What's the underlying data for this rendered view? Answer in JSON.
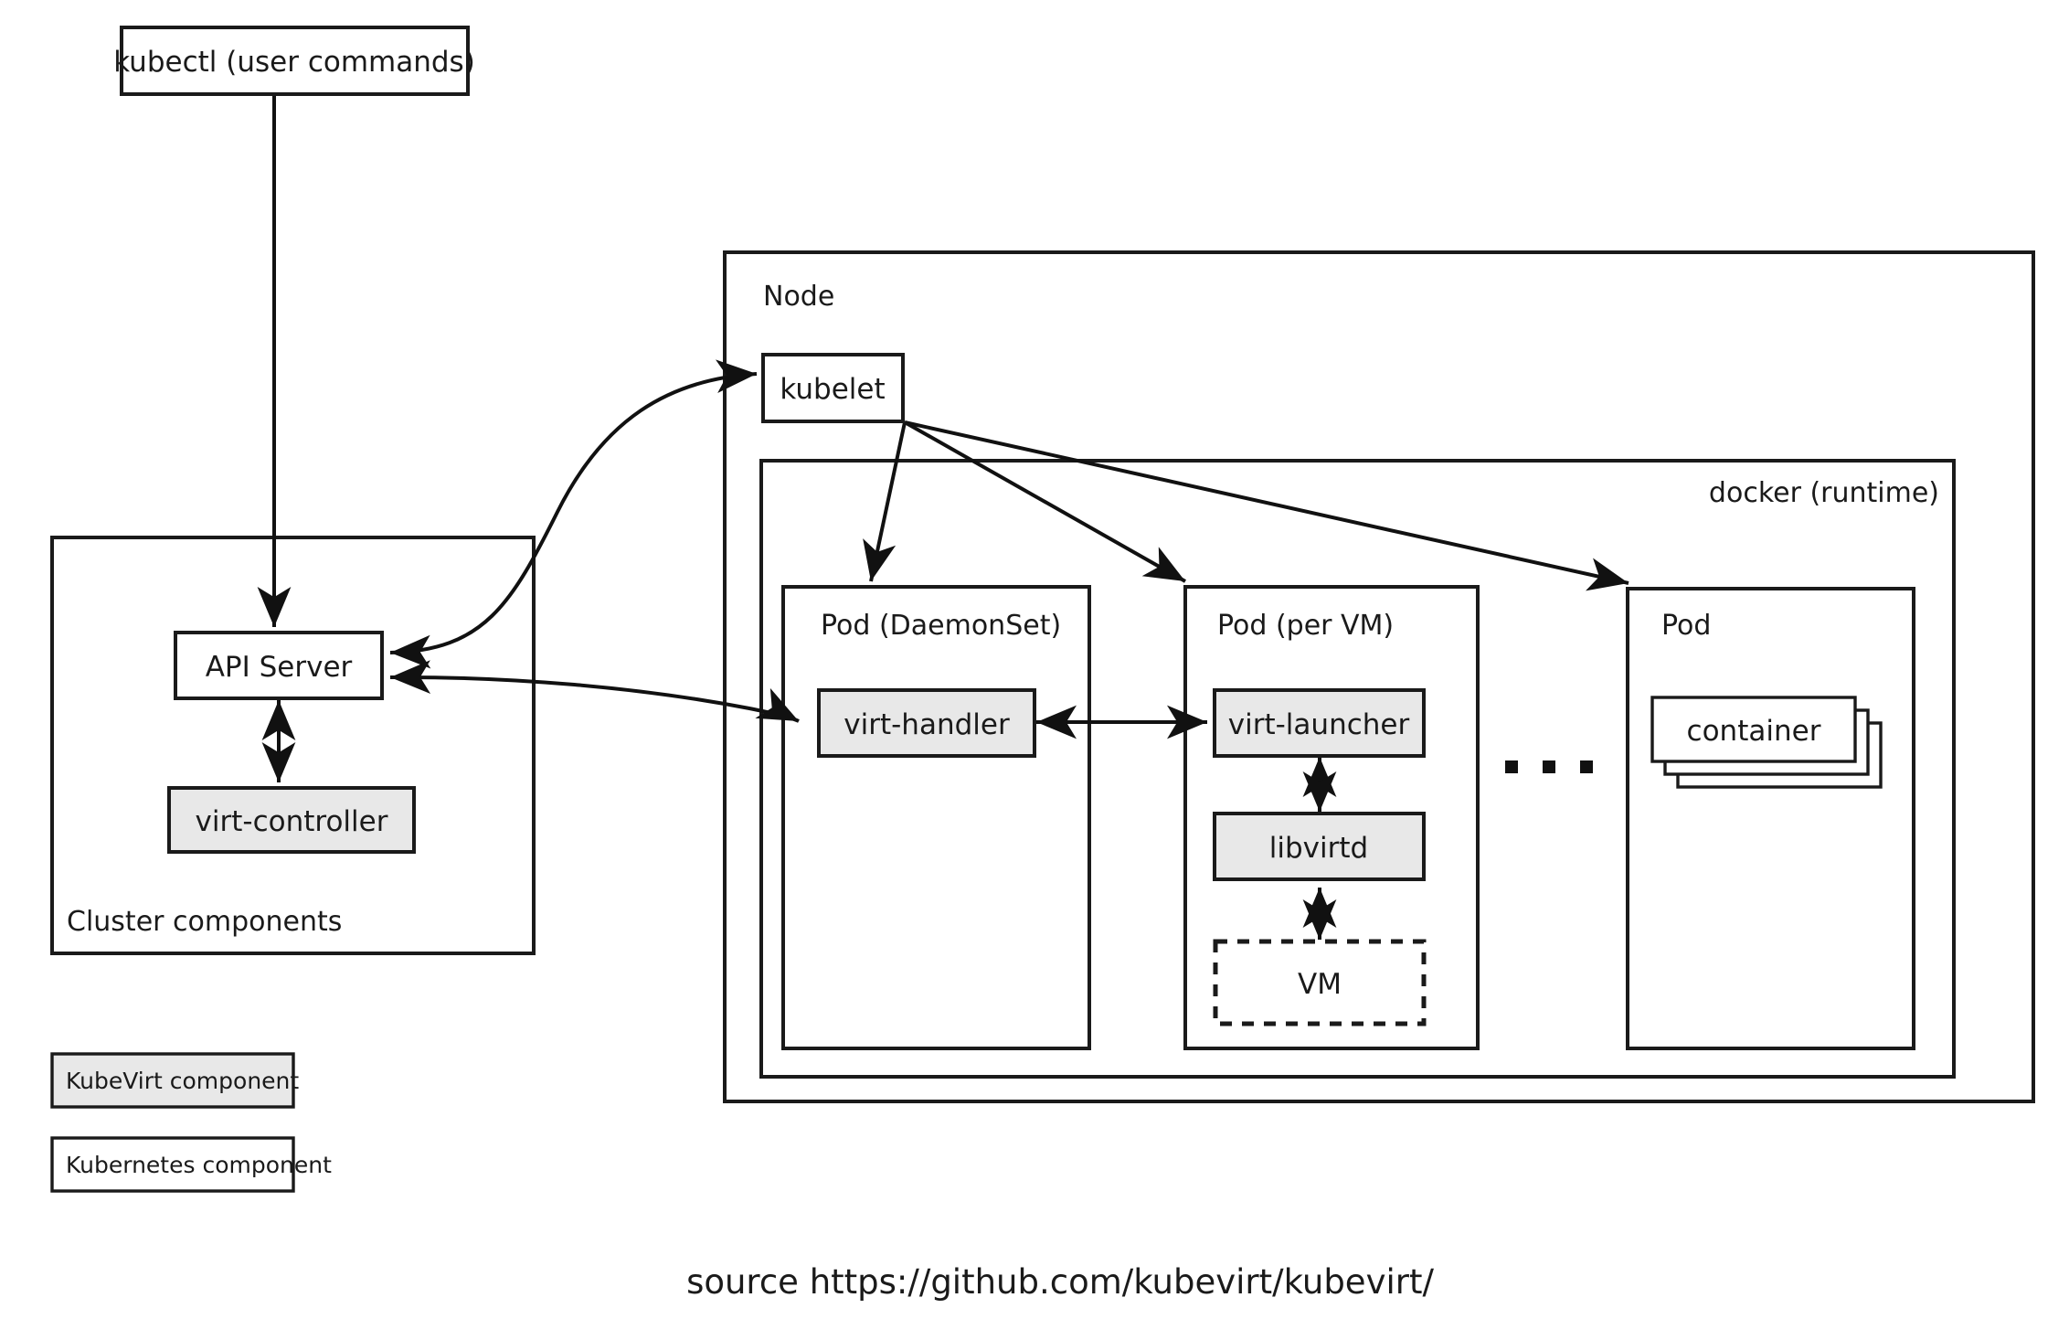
{
  "diagram": {
    "title_source": "source https://github.com/kubevirt/kubevirt/",
    "nodes": {
      "kubectl": "kubectl (user commands)",
      "api_server": "API Server",
      "virt_controller": "virt-controller",
      "cluster_components": "Cluster components",
      "node": "Node",
      "kubelet": "kubelet",
      "docker_runtime": "docker (runtime)",
      "pod_daemonset": "Pod (DaemonSet)",
      "virt_handler": "virt-handler",
      "pod_per_vm": "Pod (per VM)",
      "virt_launcher": "virt-launcher",
      "libvirtd": "libvirtd",
      "vm": "VM",
      "pod_generic": "Pod",
      "container": "container"
    },
    "legend": [
      {
        "label": "KubeVirt component",
        "fill": "#e8e8e8"
      },
      {
        "label": "Kubernetes component",
        "fill": "#ffffff"
      }
    ],
    "colors": {
      "kubevirt_fill": "#e8e8e8",
      "kubernetes_fill": "#ffffff",
      "stroke": "#1a1a1a",
      "background": "#ffffff"
    }
  }
}
